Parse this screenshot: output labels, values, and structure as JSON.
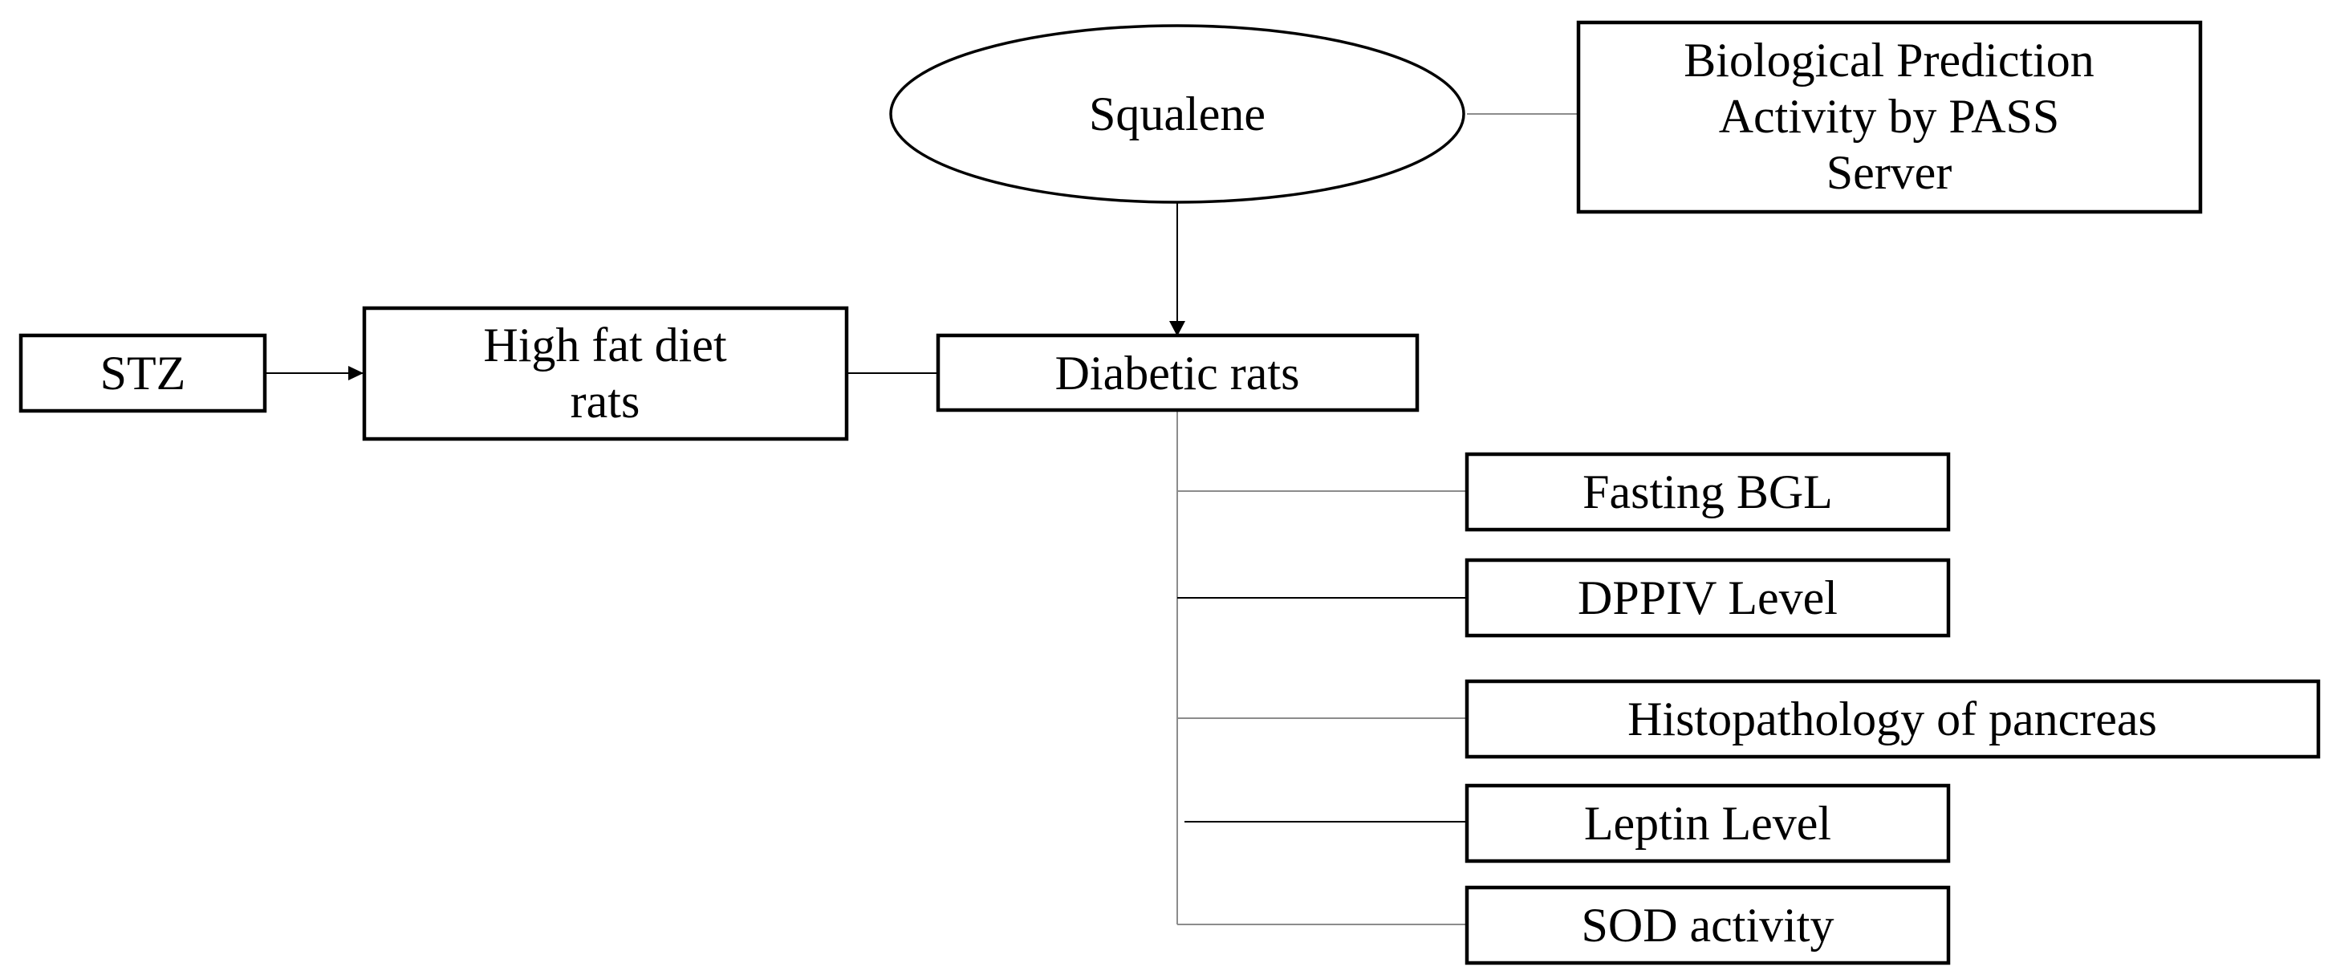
{
  "diagram": {
    "nodes": {
      "squalene": "Squalene",
      "pass_server": [
        "Biological Prediction",
        "Activity by PASS",
        "Server"
      ],
      "stz": "STZ",
      "hfd_rats": [
        "High fat diet",
        "rats"
      ],
      "diabetic_rats": "Diabetic rats",
      "fasting_bgl": "Fasting BGL",
      "dppiv_level": "DPPIV Level",
      "histopathology": "Histopathology of pancreas",
      "leptin_level": "Leptin Level",
      "sod_activity": "SOD activity"
    },
    "edges": [
      {
        "from": "squalene",
        "to": "pass_server",
        "arrow": false
      },
      {
        "from": "squalene",
        "to": "diabetic_rats",
        "arrow": true
      },
      {
        "from": "stz",
        "to": "hfd_rats",
        "arrow": true
      },
      {
        "from": "hfd_rats",
        "to": "diabetic_rats",
        "arrow": false
      },
      {
        "from": "diabetic_rats",
        "to": "fasting_bgl",
        "arrow": false
      },
      {
        "from": "diabetic_rats",
        "to": "dppiv_level",
        "arrow": false
      },
      {
        "from": "diabetic_rats",
        "to": "histopathology",
        "arrow": false
      },
      {
        "from": "diabetic_rats",
        "to": "leptin_level",
        "arrow": false
      },
      {
        "from": "diabetic_rats",
        "to": "sod_activity",
        "arrow": false
      }
    ]
  }
}
